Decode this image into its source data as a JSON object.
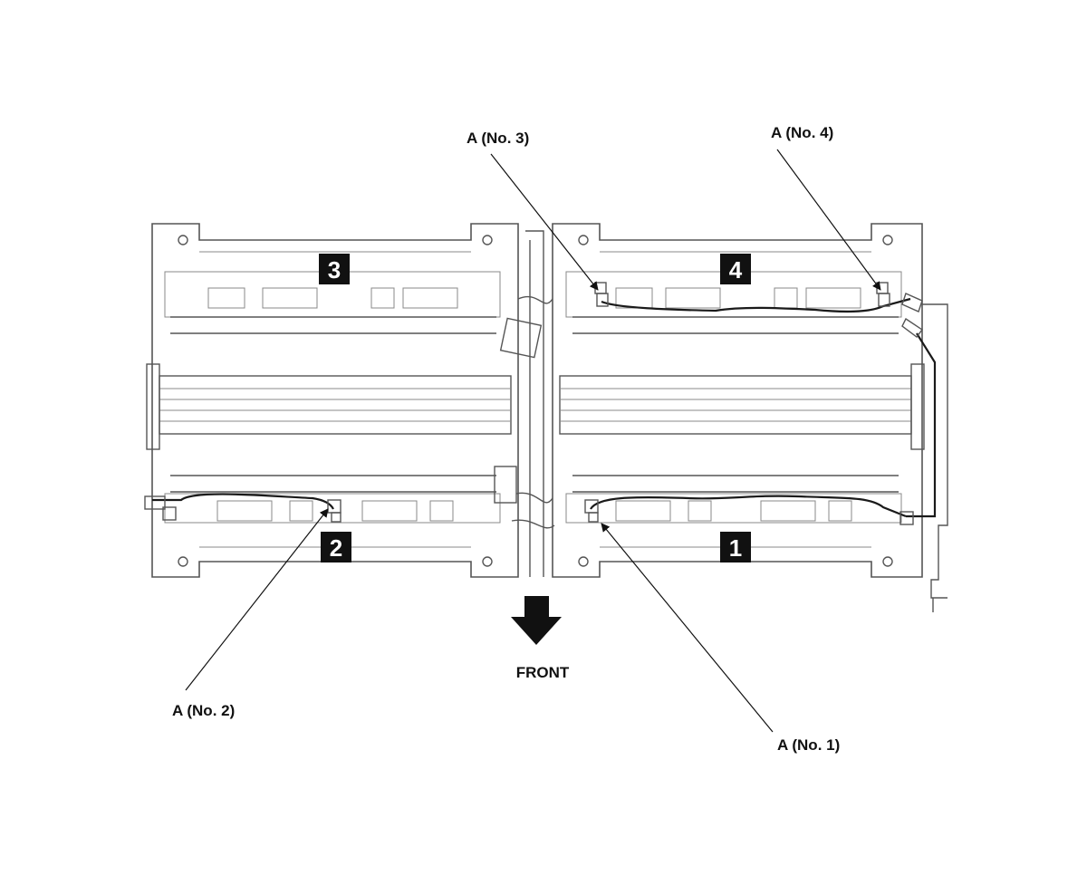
{
  "callouts": {
    "no1": "A (No. 1)",
    "no2": "A (No. 2)",
    "no3": "A (No. 3)",
    "no4": "A (No. 4)"
  },
  "modules": {
    "m1": "1",
    "m2": "2",
    "m3": "3",
    "m4": "4"
  },
  "direction": {
    "label": "FRONT",
    "icon": "down-arrow-icon"
  },
  "colors": {
    "line": "#555555",
    "badge": "#111111",
    "hose": "#1a1a1a"
  }
}
